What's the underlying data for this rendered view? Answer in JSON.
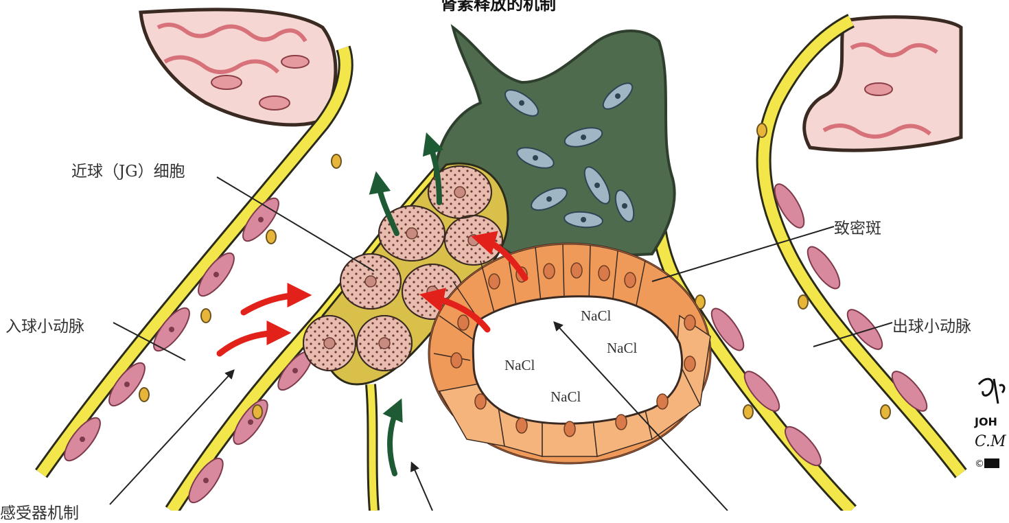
{
  "title": "肾素释放的机制",
  "labels": {
    "jg_cells": "近球（JG）细胞",
    "macula_densa": "致密斑",
    "afferent_arteriole": "入球小动脉",
    "efferent_arteriole": "出球小动脉",
    "bottom_left": "感受器机制"
  },
  "nacl": [
    "NaCl",
    "NaCl",
    "NaCl",
    "NaCl"
  ],
  "signature_text": [
    "JOH",
    "C.M",
    "©"
  ],
  "colors": {
    "vessel_wall": "#f3e64a",
    "vessel_outline": "#2b2b1a",
    "smooth_muscle": "#d9899d",
    "mesangium": "#4f6b4d",
    "mesangial_cell": "#9fb7c4",
    "jg_cell": "#e8bcae",
    "macula_cell": "#f09a5a",
    "tubule_outer": "#f6b47d",
    "capillary_fill": "#f6d6d2",
    "red_arrow": "#e2221a",
    "green_arrow": "#1e5b35"
  }
}
